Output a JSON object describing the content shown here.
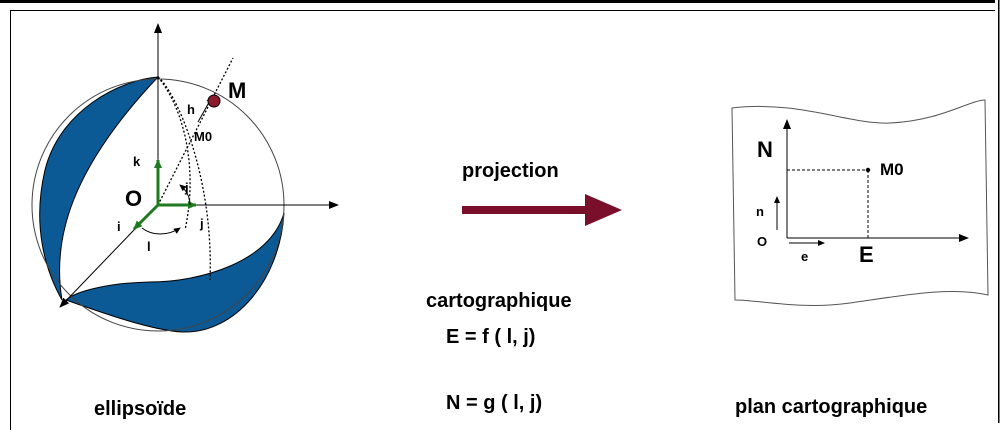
{
  "captions": {
    "ellipsoid": "ellipsoïde",
    "projection": "projection",
    "cartographic": "cartographique",
    "e_formula": "E = f ( l, j)",
    "n_formula": "N = g ( l, j)",
    "map_plane": "plan cartographique"
  },
  "ellipsoid_labels": {
    "point_m": "M",
    "point_m0": "M0",
    "height": "h",
    "origin": "O",
    "unit_i": "i",
    "unit_j": "j",
    "unit_k": "k",
    "longitude": "l",
    "latitude": "j"
  },
  "plane_labels": {
    "north_axis": "N",
    "point_m0": "M0",
    "unit_n": "n",
    "origin": "O",
    "unit_e": "e",
    "east_axis": "E"
  },
  "colors": {
    "ellipsoid_fill": "#0b5a96",
    "vector_green": "#1f7a1f",
    "arrow_maroon": "#7a0f2b",
    "point_maroon": "#8b1a2b"
  }
}
